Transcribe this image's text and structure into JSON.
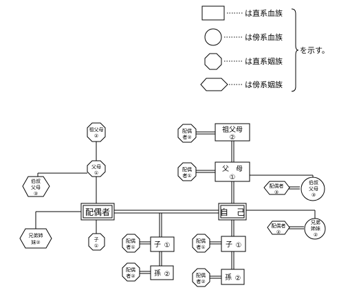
{
  "legend": {
    "items": [
      {
        "shape": "rect",
        "text": "は直系血族"
      },
      {
        "shape": "circle",
        "text": "は傍系血族"
      },
      {
        "shape": "octagon",
        "text": "は直系姻族"
      },
      {
        "shape": "hexagon",
        "text": "は傍系姻族"
      }
    ],
    "note": "を示す。"
  },
  "nodes": {
    "self": {
      "line1": "自　己"
    },
    "spouse": {
      "line1": "配偶者"
    },
    "sofubo": {
      "line1": "祖父母",
      "line2": "②"
    },
    "sofubo_spouse": {
      "line1": "配偶",
      "line2": "者②"
    },
    "fubo": {
      "line1": "父　母",
      "line2": "①"
    },
    "fubo_spouse": {
      "line1": "配偶",
      "line2": "者①"
    },
    "oji": {
      "line1": "伯叔",
      "line2": "父母",
      "line3": "③"
    },
    "oji_spouse": {
      "line1": "配偶者",
      "line2": "③"
    },
    "kyodai": {
      "line1": "兄弟",
      "line2": "姉妹",
      "line3": "②"
    },
    "kyodai_spouse": {
      "line1": "配偶者",
      "line2": "②"
    },
    "child": {
      "line1": "子",
      "line2": "①"
    },
    "child_spouse": {
      "line1": "配偶",
      "line2": "者①"
    },
    "grandchild": {
      "line1": "孫",
      "line2": "②"
    },
    "grandchild_spouse": {
      "line1": "配偶",
      "line2": "者②"
    },
    "sp_sofubo": {
      "line1": "祖父母",
      "line2": "②"
    },
    "sp_fubo": {
      "line1": "父母",
      "line2": "①"
    },
    "sp_oji": {
      "line1": "伯叔",
      "line2": "父母",
      "line3": "③"
    },
    "sp_kyodai": {
      "line1": "兄弟姉",
      "line2": "妹②"
    },
    "sp_child": {
      "line1": "子",
      "line2": "①"
    },
    "sp_child2": {
      "line1": "子",
      "line2": "①"
    },
    "sp_child2_spouse": {
      "line1": "配偶",
      "line2": "者①"
    },
    "sp_grandchild": {
      "line1": "孫",
      "line2": "②"
    },
    "sp_grandchild_spouse": {
      "line1": "配偶",
      "line2": "者②"
    }
  }
}
